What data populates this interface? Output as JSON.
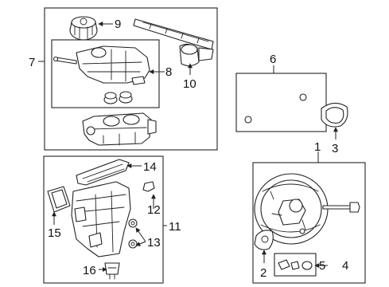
{
  "callouts": {
    "c1": "1",
    "c2": "2",
    "c3": "3",
    "c4": "4",
    "c5": "5",
    "c6": "6",
    "c7": "7",
    "c8": "8",
    "c9": "9",
    "c10": "10",
    "c11": "11",
    "c12": "12",
    "c13": "13",
    "c14": "14",
    "c15": "15",
    "c16": "16"
  },
  "colors": {
    "line": "#222222",
    "background": "#ffffff"
  }
}
